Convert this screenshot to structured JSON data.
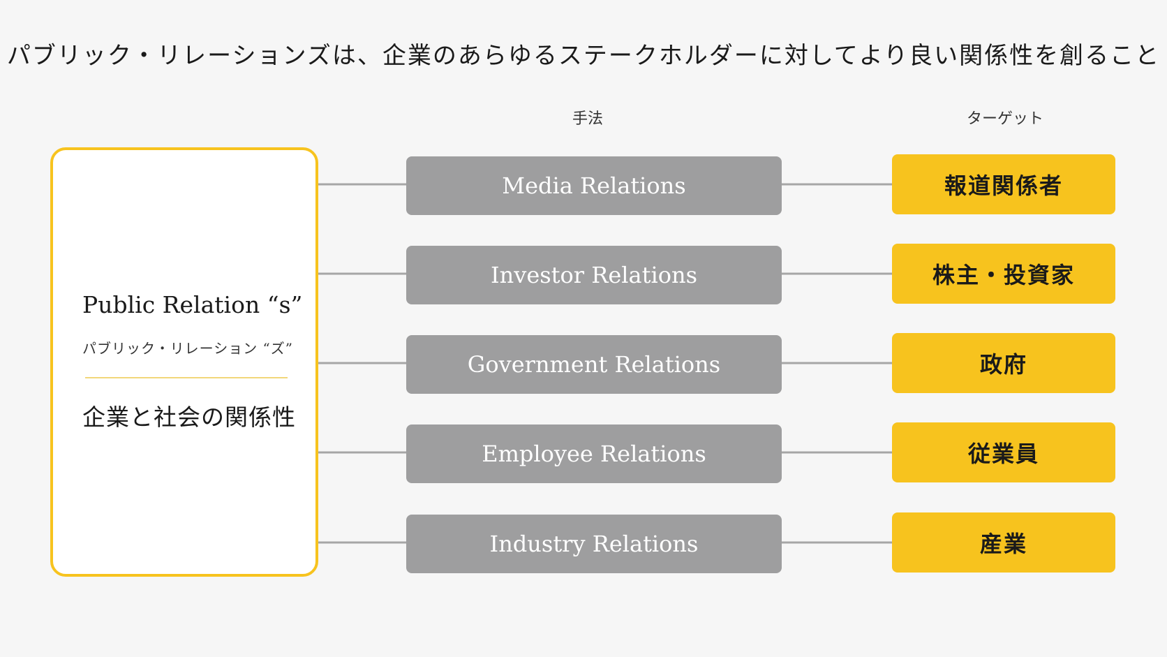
{
  "headline": "パブリック・リレーションズは、企業のあらゆるステークホルダーに対してより良い関係性を創ること",
  "columns": {
    "method": "手法",
    "target": "ターゲット"
  },
  "left_card": {
    "title": "Public Relation “s”",
    "subtitle": "パブリック・リレーション “ズ”",
    "relation": "企業と社会の関係性"
  },
  "rows": [
    {
      "method": "Media Relations",
      "target": "報道関係者"
    },
    {
      "method": "Investor Relations",
      "target": "株主・投資家"
    },
    {
      "method": "Government Relations",
      "target": "政府"
    },
    {
      "method": "Employee Relations",
      "target": "従業員"
    },
    {
      "method": "Industry Relations",
      "target": "産業"
    }
  ],
  "colors": {
    "accent_yellow": "#f7c31e",
    "method_gray": "#9e9e9f",
    "connector_gray": "#a6a6a6",
    "background": "#f6f6f6"
  }
}
